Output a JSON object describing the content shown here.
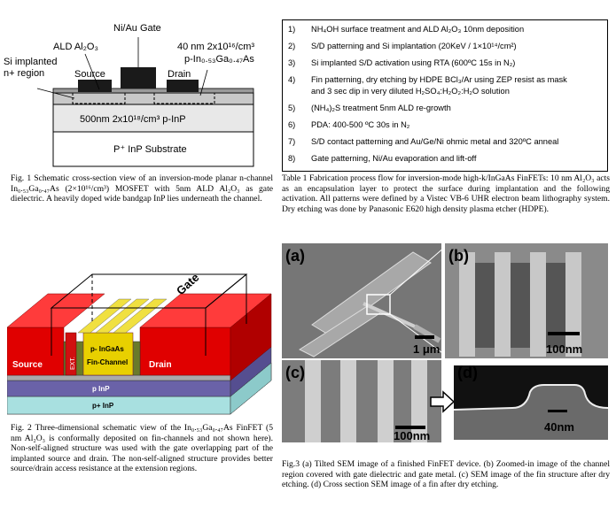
{
  "fig1": {
    "gate_label": "Ni/Au Gate",
    "ald_label": "ALD Al₂O₃",
    "si_label_1": "Si implanted",
    "si_label_2": "n+ region",
    "channel_label_1": "40 nm 2x10¹⁶/cm³",
    "channel_label_2": "p-In₀.₅₃Ga₀.₄₇As",
    "source_label": "Source",
    "drain_label": "Drain",
    "buffer_label": "500nm 2x10¹⁸/cm³ p-InP",
    "substrate_label": "P⁺ InP Substrate"
  },
  "caption1": "Fig. 1  Schematic cross-section view of an inversion-mode planar n-channel In₀.₅₃Ga₀.₄₇As (2×10¹⁶/cm³) MOSFET with 5nm ALD Al₂O₃ as gate dielectric. A heavily doped wide bandgap InP lies underneath the channel.",
  "table1": {
    "rows": [
      {
        "num": "1)",
        "text": "NH₄OH surface treatment and ALD Al₂O₃ 10nm deposition"
      },
      {
        "num": "2)",
        "text": "S/D patterning and Si implantation (20KeV / 1×10¹⁴/cm²)"
      },
      {
        "num": "3)",
        "text": "Si implanted S/D activation using RTA (600ºC 15s in N₂)"
      },
      {
        "num": "4)",
        "text": "Fin patterning, dry etching by HDPE BCl₃/Ar using ZEP resist as mask"
      },
      {
        "num": "",
        "text": "and 3 sec dip in very diluted H₂SO₄:H₂O₂:H₂O solution"
      },
      {
        "num": "5)",
        "text": "(NH₄)₂S treatment 5nm ALD re-growth"
      },
      {
        "num": "6)",
        "text": "PDA: 400-500 ºC 30s in N₂"
      },
      {
        "num": "7)",
        "text": "S/D contact patterning and Au/Ge/Ni ohmic metal and 320ºC anneal"
      },
      {
        "num": "8)",
        "text": "Gate patterning, Ni/Au evaporation and lift-off"
      }
    ],
    "caption": "Table 1 Fabrication process flow for inversion-mode high-k/InGaAs FinFETs: 10 nm Al₂O₃ acts as an encapsulation layer to protect the surface during implantation and the following activation. All patterns were defined by a Vistec VB-6 UHR electron beam lithography system. Dry etching was done by Panasonic E620 high density plasma etcher (HDPE)."
  },
  "fig2": {
    "gate_label": "Gate",
    "source_label": "Source",
    "drain_label": "Drain",
    "ext_label": "EXT.",
    "p_ingaas_label": "p- InGaAs",
    "fin_label": "Fin-Channel",
    "pinp_label": "p InP",
    "ppinp_label": "p+ InP"
  },
  "caption2": "Fig. 2 Three-dimensional schematic view of the In₀.₅₃Ga₀.₄₇As FinFET (5 nm Al₂O₃ is conformally deposited on fin-channels and not shown here). Non-self-aligned structure was used with the gate overlapping part of the implanted source and drain. The non-self-aligned structure provides better source/drain access resistance at the extension regions.",
  "fig3": {
    "label_a": "(a)",
    "label_b": "(b)",
    "label_c": "(c)",
    "label_d": "(d)",
    "scale_a": "1 μm",
    "scale_b": "100nm",
    "scale_c": "100nm",
    "scale_d": "40nm"
  },
  "caption3": "Fig.3 (a) Tilted SEM image of a finished FinFET device. (b) Zoomed-in image of the channel region covered with gate dielectric and gate metal. (c) SEM image of the fin structure after dry etching. (d) Cross section SEM image of a fin after dry etching."
}
